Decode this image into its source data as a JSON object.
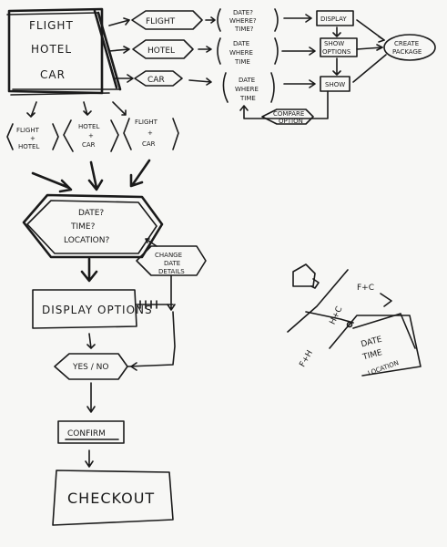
{
  "menu": {
    "items": [
      "FLIGHT",
      "HOTEL",
      "CAR"
    ]
  },
  "top_flows": {
    "flight": {
      "label": "FLIGHT",
      "query": [
        "DATE?",
        "WHERE?",
        "TIME?"
      ],
      "result": "DISPLAY"
    },
    "hotel": {
      "label": "HOTEL",
      "query": [
        "DATE",
        "WHERE",
        "TIME"
      ],
      "result": "SHOW OPTIONS"
    },
    "car": {
      "label": "CAR",
      "query": [
        "DATE",
        "WHERE",
        "TIME"
      ],
      "result": "SHOW"
    },
    "create_package": "CREATE PACKAGE",
    "compare": "COMPARE OPTION"
  },
  "combos": {
    "flight_hotel": [
      "FLIGHT",
      "+",
      "HOTEL"
    ],
    "hotel_car": [
      "HOTEL",
      "+",
      "CAR"
    ],
    "flight_car": [
      "FLIGHT",
      "+",
      "CAR"
    ]
  },
  "main_flow": {
    "decision": [
      "DATE?",
      "TIME?",
      "LOCATION?"
    ],
    "change": [
      "CHANGE",
      "DATE",
      "DETAILS"
    ],
    "display": "DISPLAY OPTIONS",
    "yes_no": "YES / NO",
    "confirm": "CONFIRM",
    "checkout": "CHECKOUT"
  },
  "wheel_sketch": {
    "labels": [
      "F+H",
      "H+C",
      "F+C"
    ],
    "panel": [
      "DATE",
      "TIME",
      "LOCATION"
    ]
  }
}
